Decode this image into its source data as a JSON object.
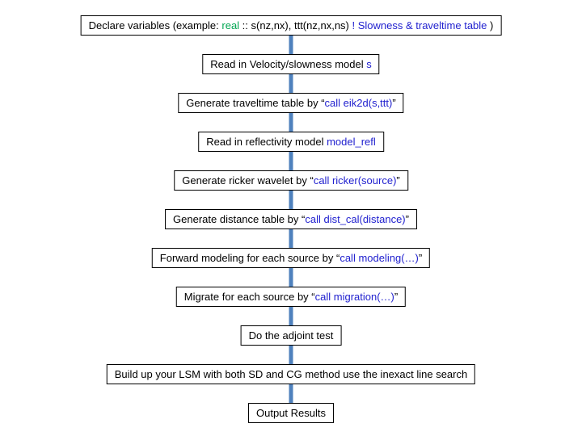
{
  "diagram": {
    "title": "LSM seismic processing flowchart",
    "connector_color": "#4F81BD",
    "colors": {
      "black": "#000000",
      "green": "#00A651",
      "blue": "#2121CF"
    },
    "steps": [
      {
        "segments": [
          {
            "text": "Declare variables (example: ",
            "color": "black"
          },
          {
            "text": "real",
            "color": "green"
          },
          {
            "text": " :: s(nz,nx), ttt(nz,nx,ns) ",
            "color": "black"
          },
          {
            "text": "! Slowness & traveltime table",
            "color": "blue"
          },
          {
            "text": " )",
            "color": "black"
          }
        ]
      },
      {
        "segments": [
          {
            "text": "Read in Velocity/slowness model ",
            "color": "black"
          },
          {
            "text": "s",
            "color": "blue"
          }
        ]
      },
      {
        "segments": [
          {
            "text": "Generate traveltime table by “",
            "color": "black"
          },
          {
            "text": "call eik2d(s,ttt)",
            "color": "blue"
          },
          {
            "text": "”",
            "color": "black"
          }
        ]
      },
      {
        "segments": [
          {
            "text": "Read in reflectivity model ",
            "color": "black"
          },
          {
            "text": "model_refl",
            "color": "blue"
          }
        ]
      },
      {
        "segments": [
          {
            "text": "Generate ricker wavelet by “",
            "color": "black"
          },
          {
            "text": "call ricker(source)",
            "color": "blue"
          },
          {
            "text": "”",
            "color": "black"
          }
        ]
      },
      {
        "segments": [
          {
            "text": "Generate distance table by “",
            "color": "black"
          },
          {
            "text": "call dist_cal(distance)",
            "color": "blue"
          },
          {
            "text": "”",
            "color": "black"
          }
        ]
      },
      {
        "segments": [
          {
            "text": "Forward modeling for each source by “",
            "color": "black"
          },
          {
            "text": "call modeling(…)",
            "color": "blue"
          },
          {
            "text": "”",
            "color": "black"
          }
        ]
      },
      {
        "segments": [
          {
            "text": "Migrate for each source by “",
            "color": "black"
          },
          {
            "text": "call migration(…)",
            "color": "blue"
          },
          {
            "text": "”",
            "color": "black"
          }
        ]
      },
      {
        "segments": [
          {
            "text": "Do the adjoint test",
            "color": "black"
          }
        ]
      },
      {
        "segments": [
          {
            "text": "Build up your LSM with both SD and CG method use the inexact line search",
            "color": "black"
          }
        ]
      },
      {
        "segments": [
          {
            "text": "Output Results",
            "color": "black"
          }
        ]
      }
    ]
  }
}
